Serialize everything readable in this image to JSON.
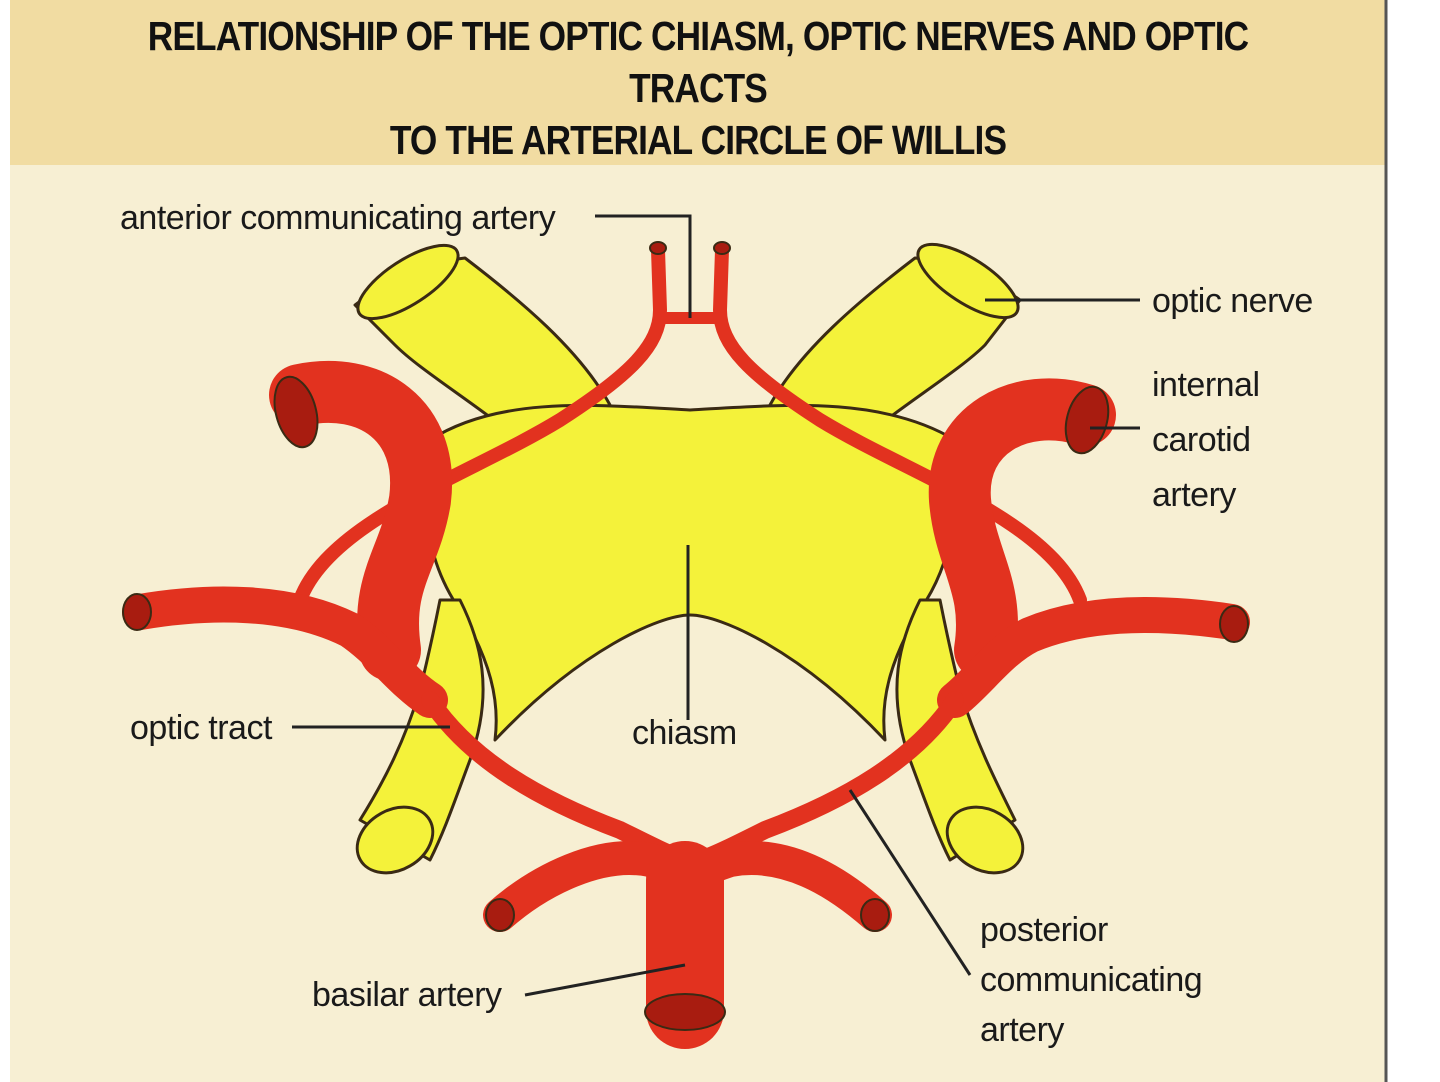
{
  "title": {
    "line1": "RELATIONSHIP OF THE OPTIC CHIASM, OPTIC NERVES AND OPTIC TRACTS",
    "line2": "TO THE ARTERIAL CIRCLE OF WILLIS"
  },
  "labels": {
    "anterior_communicating_artery": "anterior communicating artery",
    "optic_nerve": "optic nerve",
    "internal_carotid_artery": [
      "internal",
      "carotid",
      "artery"
    ],
    "optic_tract": "optic tract",
    "chiasm": "chiasm",
    "basilar_artery": "basilar artery",
    "posterior_communicating_artery": [
      "posterior",
      "communicating",
      "artery"
    ]
  },
  "colors": {
    "background": "#f7efd3",
    "title_band": "#f1dca2",
    "optic_structures": "#f4f23a",
    "arteries": "#e2321f",
    "outline": "#3a2a14"
  }
}
